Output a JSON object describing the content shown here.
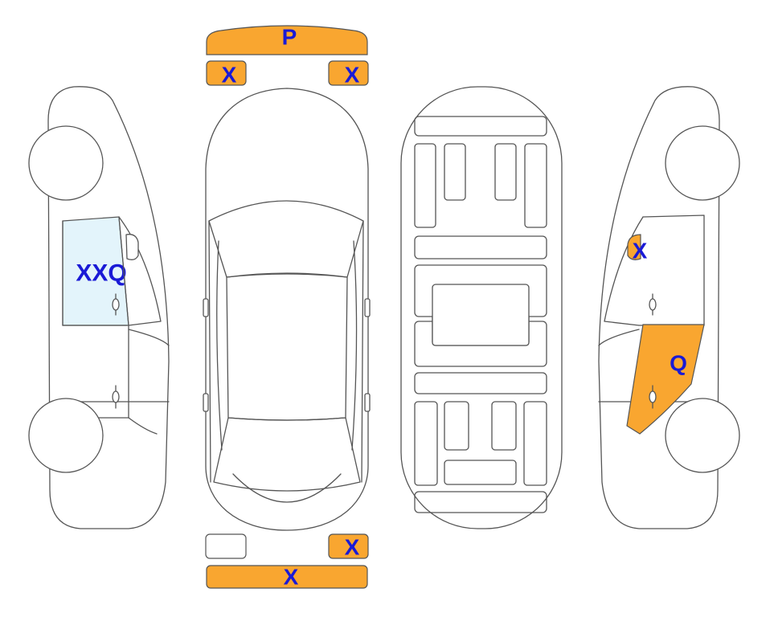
{
  "colors": {
    "damage": "#f9a630",
    "glass_marked": "#e3f4fb",
    "code_text": "#1a1ad6",
    "outline": "#555555"
  },
  "codes": {
    "front_bumper": "P",
    "front_left_light": "X",
    "front_right_light": "X",
    "rear_right_light": "X",
    "rear_bumper": "X",
    "left_front_window": "XXQ",
    "right_mirror": "X",
    "right_rear_door": "Q"
  }
}
